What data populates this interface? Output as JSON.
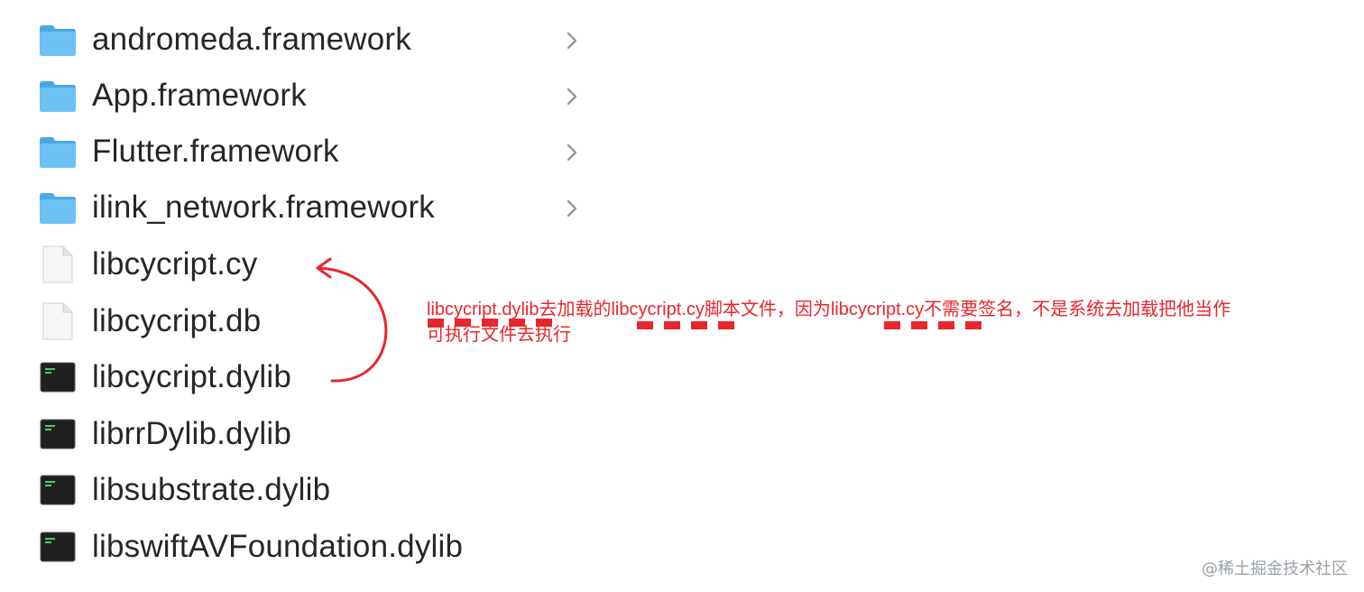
{
  "files": [
    {
      "name": "andromeda.framework",
      "kind": "folder",
      "expandable": true
    },
    {
      "name": "App.framework",
      "kind": "folder",
      "expandable": true
    },
    {
      "name": "Flutter.framework",
      "kind": "folder",
      "expandable": true
    },
    {
      "name": "ilink_network.framework",
      "kind": "folder",
      "expandable": true
    },
    {
      "name": "libcycript.cy",
      "kind": "document",
      "expandable": false
    },
    {
      "name": "libcycript.db",
      "kind": "document",
      "expandable": false
    },
    {
      "name": "libcycript.dylib",
      "kind": "executable",
      "expandable": false
    },
    {
      "name": "librrDylib.dylib",
      "kind": "executable",
      "expandable": false
    },
    {
      "name": "libsubstrate.dylib",
      "kind": "executable",
      "expandable": false
    },
    {
      "name": "libswiftAVFoundation.dylib",
      "kind": "executable",
      "expandable": false
    }
  ],
  "annotation": {
    "line1": "libcycript.dylib去加载的libcycript.cy脚本文件，因为libcycript.cy不需要签名，不是系统去加载把他当作",
    "line2": "可执行文件去执行",
    "color": "#e8262c"
  },
  "icons": {
    "folder": "folder-icon",
    "document": "document-icon",
    "executable": "terminal-executable-icon",
    "chevron": "chevron-right-icon"
  },
  "colors": {
    "folder": "#5ab8ef",
    "annotation": "#e8262c",
    "text": "#262626"
  },
  "watermark": "@稀土掘金技术社区"
}
